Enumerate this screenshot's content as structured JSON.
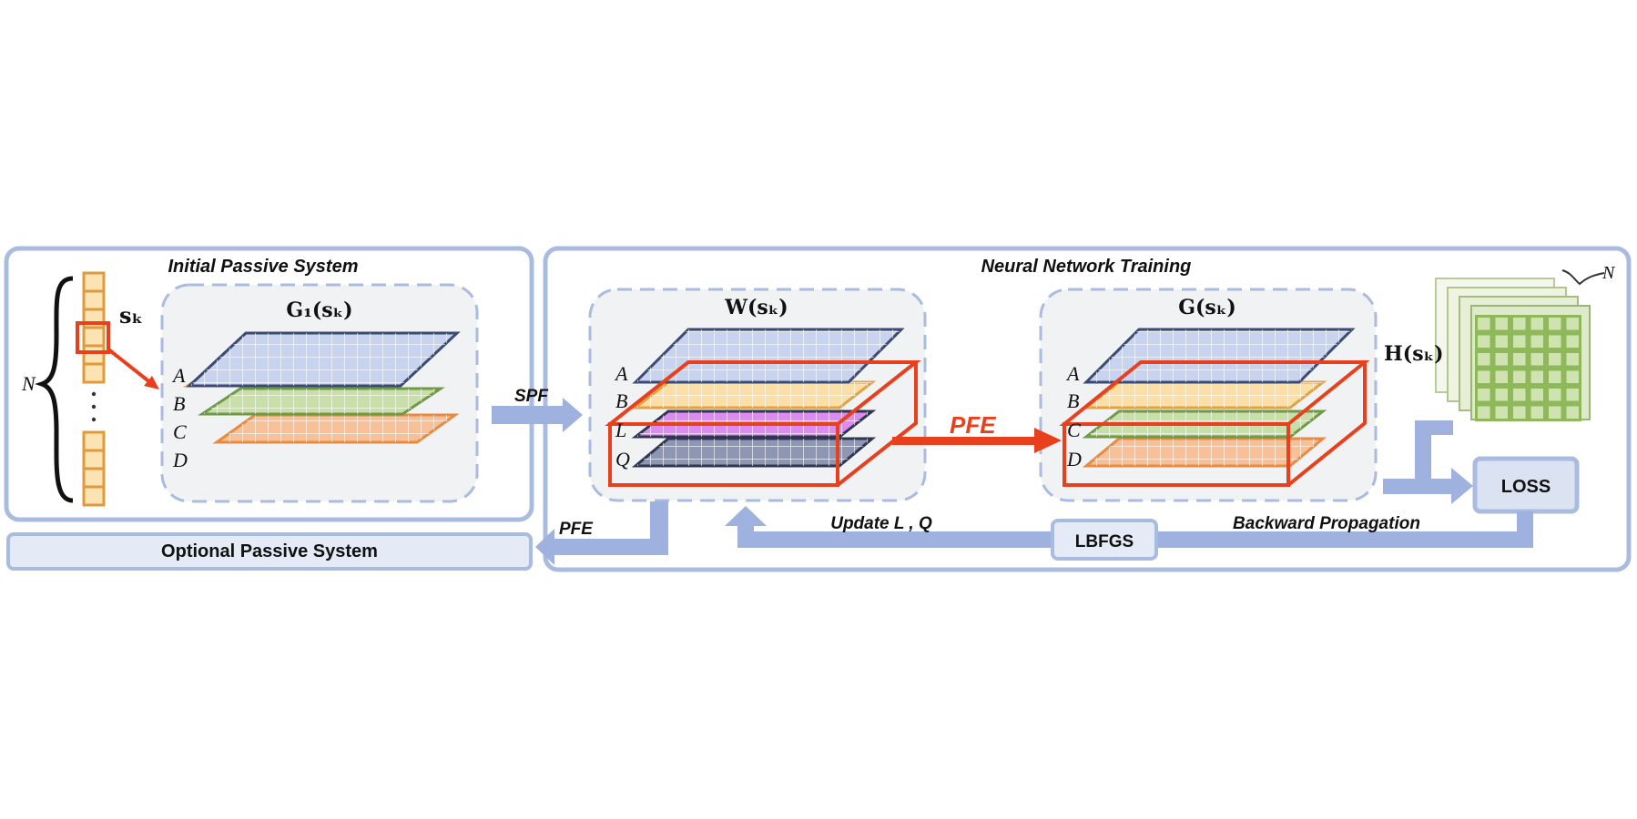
{
  "sections": {
    "initial_title": "Initial Passive System",
    "training_title": "Neural Network Training",
    "optional_label": "Optional Passive System"
  },
  "math_labels": {
    "g1": "G₁(sₖ)",
    "w": "W(sₖ)",
    "g": "G(sₖ)",
    "h": "H(sₖ)",
    "sk": "sₖ",
    "n_left": "N",
    "n_right": "N"
  },
  "layer_letters": {
    "g1": [
      "A",
      "B",
      "C",
      "D"
    ],
    "w": [
      "A",
      "B",
      "L",
      "Q"
    ],
    "g": [
      "A",
      "B",
      "C",
      "D"
    ]
  },
  "flow_labels": {
    "spf": "SPF",
    "pfe_main": "PFE",
    "pfe_bottom": "PFE",
    "update": "Update  L , Q",
    "backward": "Backward Propagation"
  },
  "boxes": {
    "loss": "LOSS",
    "lbfgs": "LBFGS"
  },
  "colors": {
    "panel_border": "#a9bce0",
    "arrow_blue": "#9fb1de",
    "accent_red": "#e8401c",
    "layer_A": "#c7d3ef",
    "layer_B": "#fbdfa6",
    "layer_C": "#c9dfa9",
    "layer_D": "#f7c096",
    "layer_L": "#dc8cf0",
    "layer_Q": "#8d97b3",
    "grid_green": "#8eb85a"
  }
}
